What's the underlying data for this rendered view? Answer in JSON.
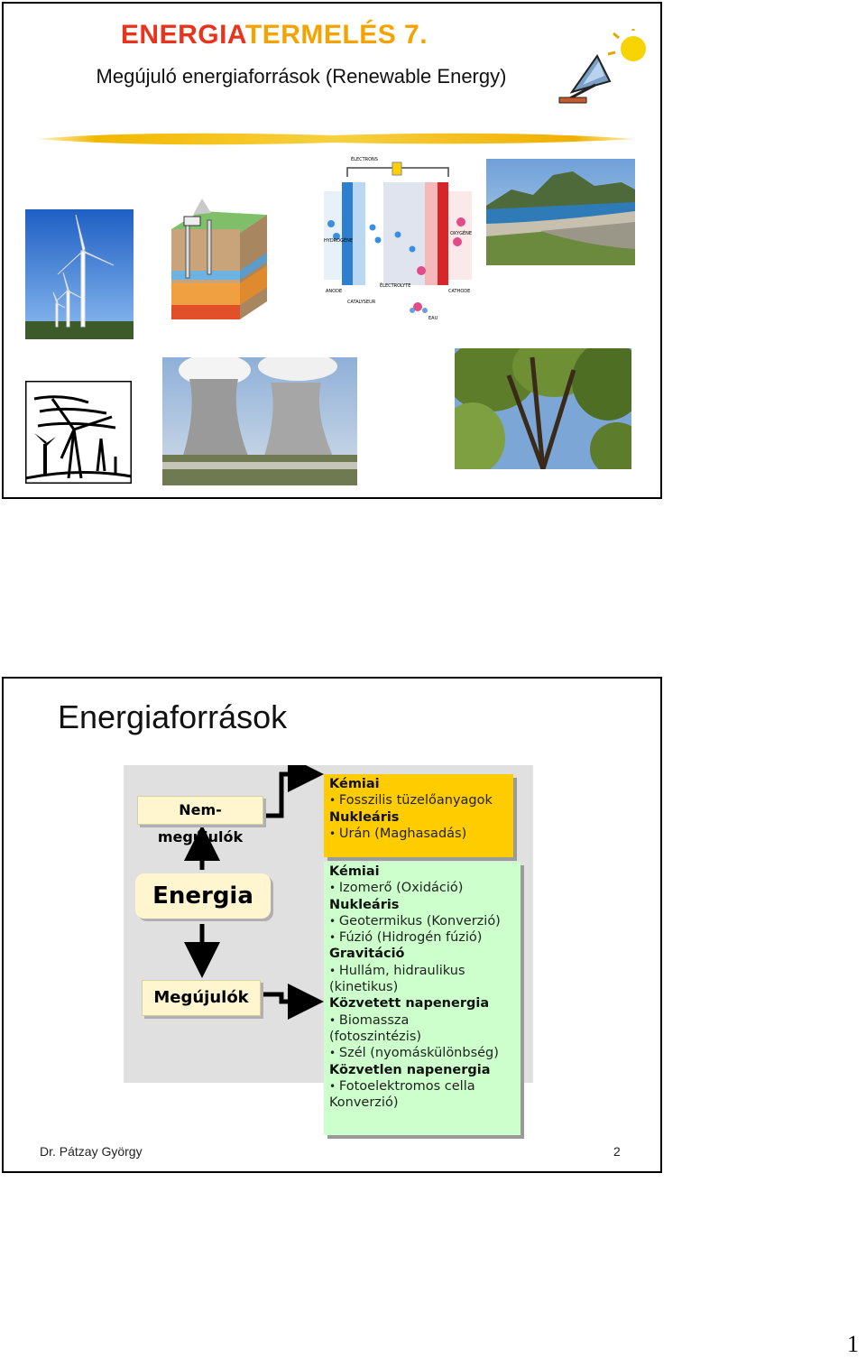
{
  "slide1": {
    "title_part1": "ENERGIA",
    "title_part2": "TERMELÉS 7.",
    "subtitle": "Megújuló energiaforrások (Renewable Energy)",
    "fuel_cell_labels": {
      "electrons": "ÉLECTRONS",
      "hydrogene": "HYDROGÈNE",
      "oxygene": "OXYGÈNE",
      "anode": "ANODE",
      "electrolyte": "ÉLECTROLYTE",
      "cathode": "CATHODE",
      "catalyseur": "CATALYSEUR",
      "eau": "EAU"
    }
  },
  "slide2": {
    "title": "Energiaforrások",
    "non_renewables": "Nem-megújulók",
    "energy": "Energia",
    "renewables": "Megújulók",
    "top_panel": [
      {
        "type": "h",
        "text": "Kémiai"
      },
      {
        "type": "li",
        "text": "Fosszilis tüzelőanyagok"
      },
      {
        "type": "h",
        "text": "Nukleáris"
      },
      {
        "type": "li",
        "text": "Urán (Maghasadás)"
      }
    ],
    "bottom_panel": [
      {
        "type": "h",
        "text": "Kémiai"
      },
      {
        "type": "li",
        "text": "Izomerő (Oxidáció)"
      },
      {
        "type": "h",
        "text": "Nukleáris"
      },
      {
        "type": "li",
        "text": "Geotermikus (Konverzió)"
      },
      {
        "type": "li",
        "text": "Fúzió (Hidrogén fúzió)"
      },
      {
        "type": "h",
        "text": "Gravitáció"
      },
      {
        "type": "li",
        "text": "Hullám, hidraulikus"
      },
      {
        "type": "t",
        "text": "(kinetikus)"
      },
      {
        "type": "h",
        "text": "Közvetett napenergia"
      },
      {
        "type": "li",
        "text": "Biomassza"
      },
      {
        "type": "t",
        "text": "(fotoszintézis)"
      },
      {
        "type": "li",
        "text": "Szél (nyomáskülönbség)"
      },
      {
        "type": "h",
        "text": "Közvetlen napenergia"
      },
      {
        "type": "li",
        "text": "Fotoelektromos cella"
      },
      {
        "type": "t",
        "text": "Konverzió)"
      }
    ],
    "footer_author": "Dr. Pátzay György",
    "footer_page": "2"
  },
  "page_number": "1",
  "colors": {
    "title_red": "#e8341c",
    "title_orange": "#f5a300",
    "panel_yellow": "#ffcc00",
    "panel_green": "#ccffcc"
  }
}
